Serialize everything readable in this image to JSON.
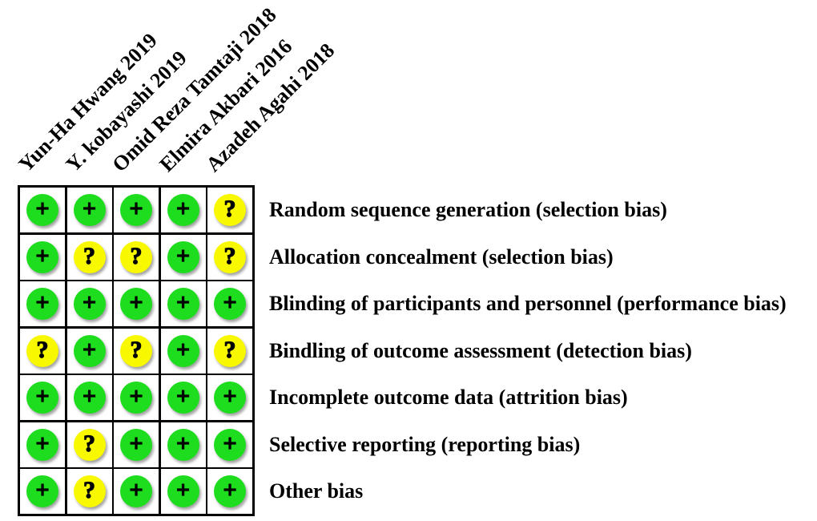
{
  "figure_name": "risk-of-bias-summary",
  "studies": [
    "Yun-Ha Hwang 2019",
    "Y. kobayashi 2019",
    "Omid Reza Tamtaji 2018",
    "Elmira Akbari 2016",
    "Azadeh Agahi 2018"
  ],
  "domains": [
    {
      "label": "Random sequence generation (selection bias)",
      "cells": [
        "+",
        "+",
        "+",
        "+",
        "?"
      ]
    },
    {
      "label": "Allocation concealment (selection bias)",
      "cells": [
        "+",
        "?",
        "?",
        "+",
        "?"
      ]
    },
    {
      "label": "Blinding of participants and personnel (performance bias)",
      "cells": [
        "+",
        "+",
        "+",
        "+",
        "+"
      ]
    },
    {
      "label": "Bindling of outcome assessment (detection bias)",
      "cells": [
        "?",
        "+",
        "?",
        "+",
        "?"
      ]
    },
    {
      "label": "Incomplete outcome data (attrition bias)",
      "cells": [
        "+",
        "+",
        "+",
        "+",
        "+"
      ]
    },
    {
      "label": "Selective reporting (reporting bias)",
      "cells": [
        "+",
        "?",
        "+",
        "+",
        "+"
      ]
    },
    {
      "label": "Other bias",
      "cells": [
        "+",
        "?",
        "+",
        "+",
        "+"
      ]
    }
  ],
  "symbols": {
    "plus": "+",
    "question": "?"
  },
  "colors": {
    "plus": "#1edc1e",
    "question": "#f8f800",
    "symbol": "#000000",
    "grid": "#000000",
    "background": "#ffffff"
  },
  "chart_data": {
    "type": "heatmap",
    "columns": [
      "Yun-Ha Hwang 2019",
      "Y. kobayashi 2019",
      "Omid Reza Tamtaji 2018",
      "Elmira Akbari 2016",
      "Azadeh Agahi 2018"
    ],
    "rows": [
      "Random sequence generation (selection bias)",
      "Allocation concealment (selection bias)",
      "Blinding of participants and personnel (performance bias)",
      "Bindling of outcome assessment (detection bias)",
      "Incomplete outcome data (attrition bias)",
      "Selective reporting (reporting bias)",
      "Other bias"
    ],
    "values": [
      [
        "+",
        "+",
        "+",
        "+",
        "?"
      ],
      [
        "+",
        "?",
        "?",
        "+",
        "?"
      ],
      [
        "+",
        "+",
        "+",
        "+",
        "+"
      ],
      [
        "?",
        "+",
        "?",
        "+",
        "?"
      ],
      [
        "+",
        "+",
        "+",
        "+",
        "+"
      ],
      [
        "+",
        "?",
        "+",
        "+",
        "+"
      ],
      [
        "+",
        "?",
        "+",
        "+",
        "+"
      ]
    ],
    "cell_colors": {
      "+": "#1edc1e",
      "?": "#f8f800"
    },
    "legend_position": "none",
    "grid": "on"
  }
}
